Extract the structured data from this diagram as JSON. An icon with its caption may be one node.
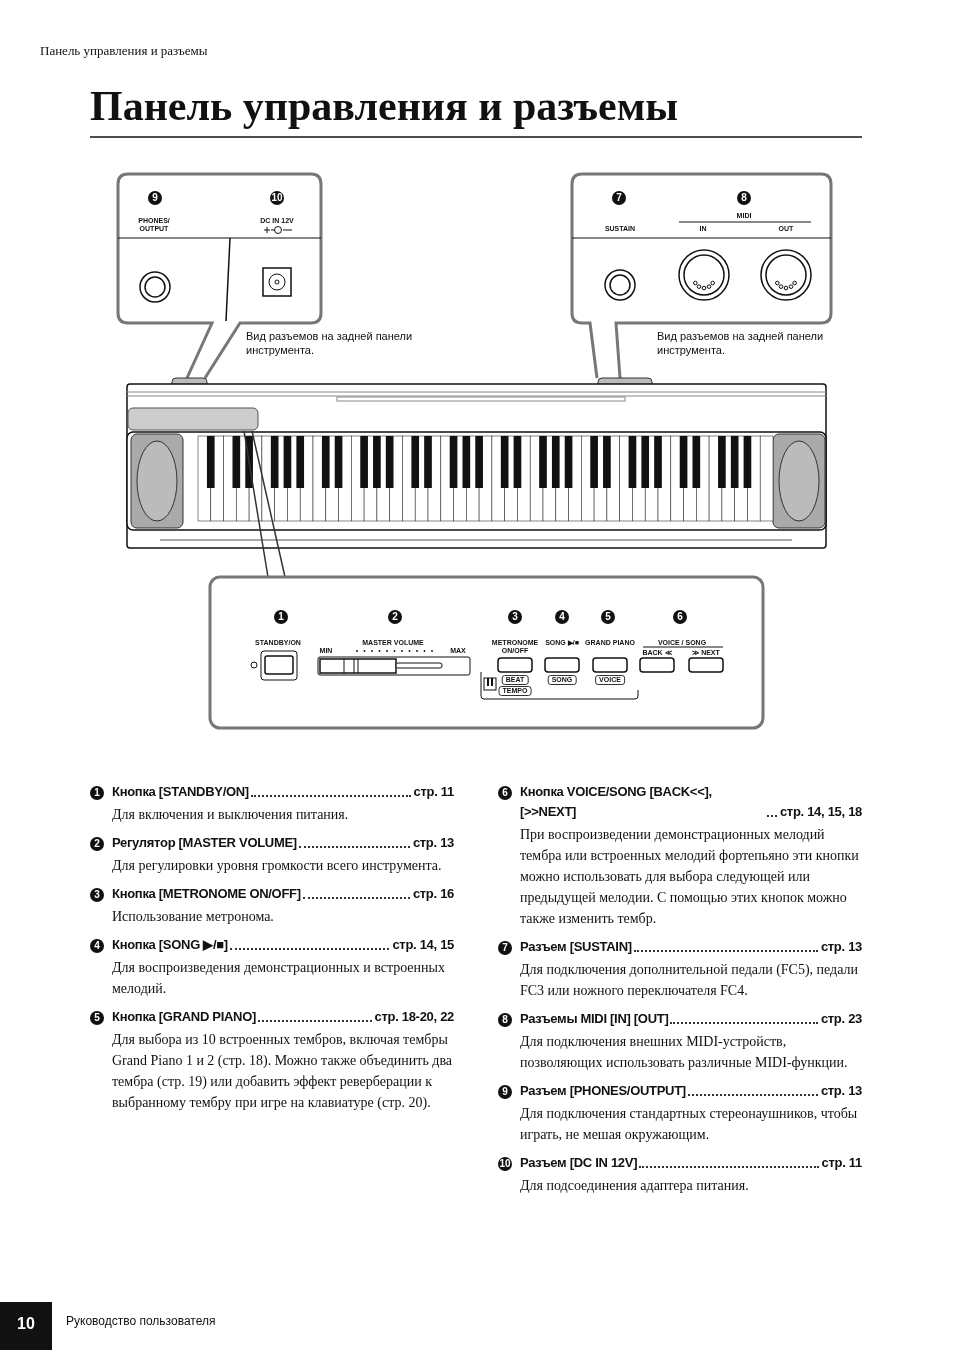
{
  "diagram": {
    "title": "Панель управления и разъемы",
    "labels": [
      "Панель управления и разъемы",
      "9",
      "10",
      "PHONES/ OUTPUT",
      "DC IN 12V",
      "Вид разъемов на задней панели инструмента.",
      "7",
      "8",
      "MIDI",
      "SUSTAIN",
      "IN",
      "OUT",
      "Вид разъемов на задней панели инструмента.",
      "1",
      "2",
      "3",
      "4",
      "5",
      "6",
      "STANDBY/ON",
      "MASTER VOLUME",
      "MIN",
      "MAX",
      "METRONOME ON/OFF",
      "SONG ▶/■",
      "GRAND PIANO",
      "VOICE / SONG",
      "BACK ≪",
      "≫ NEXT",
      "BEAT",
      "TEMPO",
      "SONG",
      "VOICE",
      "1",
      "Кнопка [STANDBY/ON]",
      "стр. 11",
      "Для включения и выключения питания.",
      "2",
      "Регулятор [MASTER VOLUME]",
      "стр. 13",
      "Для регулировки уровня громкости всего инструмента.",
      "3",
      "Кнопка [METRONOME ON/OFF]",
      "стр. 16",
      "Использование метронома.",
      "4",
      "Кнопка [SONG ▶/■]",
      "стр. 14, 15",
      "Для воспроизведения демонстрационных и встроенных мелодий.",
      "5",
      "Кнопка [GRAND PIANO]",
      "стр. 18-20, 22",
      "Для выбора из 10 встроенных тембров, включая тембры Grand Piano 1 и 2 (стр. 18). Можно также объединить два тембра (стр. 19) или добавить эффект реверберации к выбранному тембру при игре на клавиатуре (стр. 20).",
      "6",
      "Кнопка VOICE/SONG [BACK<<], [>>NEXT]",
      "стр. 14, 15, 18",
      "При воспроизведении демонстрационных мелодий тембра или встроенных мелодий фортепьяно эти кнопки можно использовать для выбора следующей или предыдущей мелодии. С помощью этих кнопок можно также изменить тембр.",
      "7",
      "Разъем [SUSTAIN]",
      "стр. 13",
      "Для подключения дополнительной педали (FC5), педали FC3 или ножного переключателя FC4.",
      "8",
      "Разъемы MIDI [IN] [OUT]",
      "стр. 23",
      "Для подключения внешних MIDI-устройств, позволяющих использовать различные MIDI-функции.",
      "9",
      "Разъем [PHONES/OUTPUT]",
      "стр. 13",
      "Для подключения стандартных стереонаушников, чтобы играть, не мешая окружающим.",
      "10",
      "Разъем [DC IN 12V]",
      "стр. 11",
      "Для подсоединения адаптера питания.",
      "10",
      "Руководство пользователя"
    ]
  }
}
